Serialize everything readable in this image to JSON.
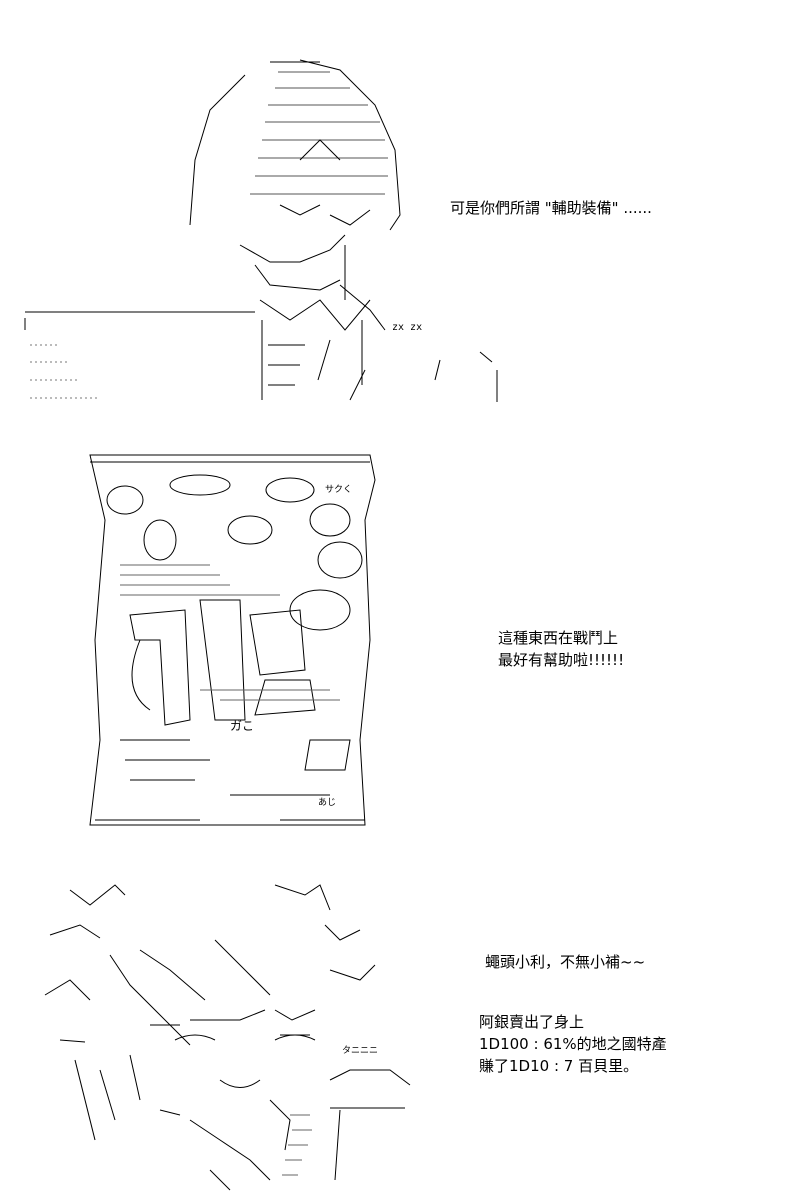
{
  "panel1": {
    "caption": "可是你們所謂 \"輔助裝備\" ......",
    "art_label": "zx zx"
  },
  "panel2": {
    "caption_line1": "這種東西在戰鬥上",
    "caption_line2": "最好有幫助啦!!!!!!",
    "bag_text_top": "サクく",
    "bag_text_mid": "ガこ",
    "bag_text_bottom": "あじ"
  },
  "panel3": {
    "caption_line1": "蠅頭小利，不無小補~~",
    "caption_line2": "阿銀賣出了身上",
    "caption_line3": "1D100 : 61%的地之國特產",
    "caption_line4": "賺了1D10 : 7 百貝里。",
    "art_label": "タニニニ"
  },
  "colors": {
    "ink": "#000000",
    "background": "#ffffff"
  }
}
